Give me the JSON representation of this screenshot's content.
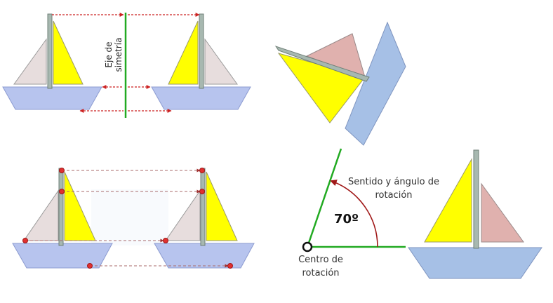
{
  "symmetry": {
    "axis_label": "Eje de simetría"
  },
  "rotation": {
    "sense_label": "Sentido y ángulo de rotación",
    "angle_label": "70º",
    "center_label": "Centro de rotación"
  },
  "colors": {
    "hull": "#b7c4ee",
    "hull_rotation": "#a6c0e6",
    "main_sail": "#ffff00",
    "jib_grey": "#e7dddd",
    "jib_pink": "#e0b1ae",
    "mast": "#a7b8b0",
    "axis_green": "#22aa22",
    "guide_red": "#cc2222",
    "point_red": "#e03030",
    "dashed_brown": "#a86a6a"
  }
}
